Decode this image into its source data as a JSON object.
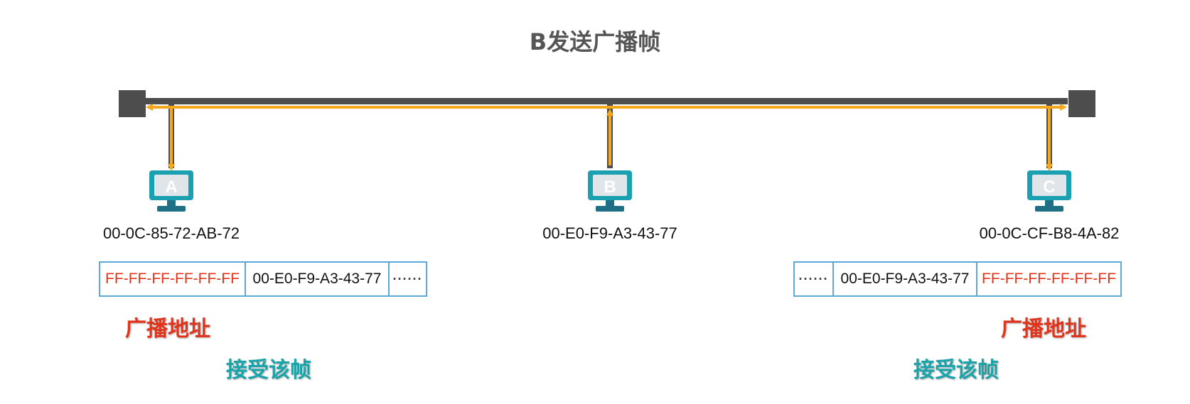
{
  "title": "B发送广播帧",
  "colors": {
    "bus": "#4d4d4d",
    "signal": "#f5a81c",
    "host_teal": "#1aa0b0",
    "broadcast_red": "#e0341c",
    "accept_teal": "#1aa3a8",
    "frame_border": "#5aa9d9"
  },
  "hosts": [
    {
      "letter": "A",
      "mac": "00-0C-85-72-AB-72"
    },
    {
      "letter": "B",
      "mac": "00-E0-F9-A3-43-77"
    },
    {
      "letter": "C",
      "mac": "00-0C-CF-B8-4A-82"
    }
  ],
  "frames": {
    "left": {
      "dest": "FF-FF-FF-FF-FF-FF",
      "src": "00-E0-F9-A3-43-77",
      "more": "······"
    },
    "right": {
      "more": "······",
      "src": "00-E0-F9-A3-43-77",
      "dest": "FF-FF-FF-FF-FF-FF"
    }
  },
  "labels": {
    "broadcast_left": "广播地址",
    "broadcast_right": "广播地址",
    "accept_left": "接受该帧",
    "accept_right": "接受该帧"
  }
}
